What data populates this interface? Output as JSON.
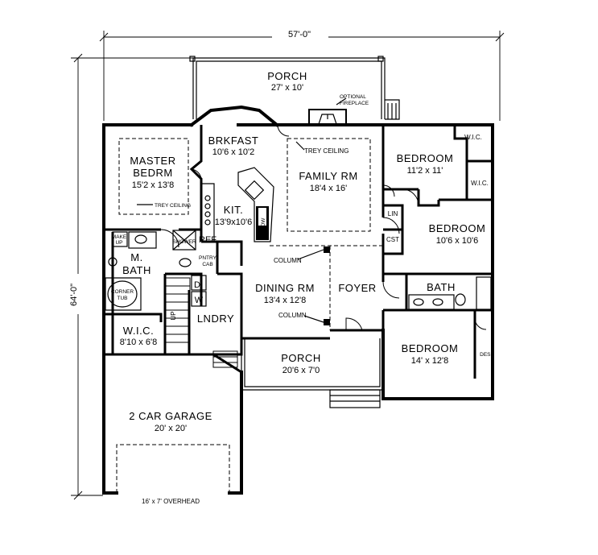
{
  "dimensions": {
    "width": "57'-0\"",
    "depth": "64'-0\""
  },
  "rooms": {
    "porch_rear": {
      "name": "PORCH",
      "size": "27' x 10'"
    },
    "optional_fireplace": {
      "line1": "OPTIONAL",
      "line2": "FIREPLACE"
    },
    "brkfast": {
      "name": "BRKFAST",
      "size": "10'6 x 10'2"
    },
    "family": {
      "name": "FAMILY RM",
      "size": "18'4 x 16'",
      "note": "TREY CEILING"
    },
    "master": {
      "name1": "MASTER",
      "name2": "BEDRM",
      "size": "15'2 x 13'8",
      "note": "TREY CEILING"
    },
    "kit": {
      "name": "KIT.",
      "size": "13'9x10'6",
      "dw": "DW"
    },
    "shower": "SHOWER",
    "ref": "REF",
    "pntry": {
      "line1": "PNTRY",
      "line2": "CAB"
    },
    "mbath": {
      "line1": "M.",
      "line2": "BATH"
    },
    "corner_tub": {
      "line1": "CORNER",
      "line2": "TUB"
    },
    "make_up": {
      "line1": "MAKE",
      "line2": "UP"
    },
    "dining": {
      "name": "DINING RM",
      "size": "13'4 x 12'8"
    },
    "foyer": "FOYER",
    "column_top": "COLUMN",
    "column_bottom": "COLUMN",
    "lndry": "LNDRY",
    "d": "D",
    "w": "W",
    "up": "UP",
    "wic_master": {
      "name": "W.I.C.",
      "size": "8'10 x 6'8"
    },
    "bedroom1": {
      "name": "BEDROOM",
      "size": "11'2 x 11'"
    },
    "wic1": "W.I.C.",
    "wic2": "W.I.C.",
    "lin": "LIN",
    "cst": "CST",
    "bedroom2": {
      "name": "BEDROOM",
      "size": "10'6 x 10'6"
    },
    "bath": "BATH",
    "bedroom3": {
      "name": "BEDROOM",
      "size": "14' x 12'8"
    },
    "desk": "DESK",
    "porch_front": {
      "name": "PORCH",
      "size": "20'6 x 7'0"
    },
    "garage": {
      "name": "2 CAR GARAGE",
      "size": "20' x 20'"
    },
    "overhead": "16' x 7' OVERHEAD"
  }
}
